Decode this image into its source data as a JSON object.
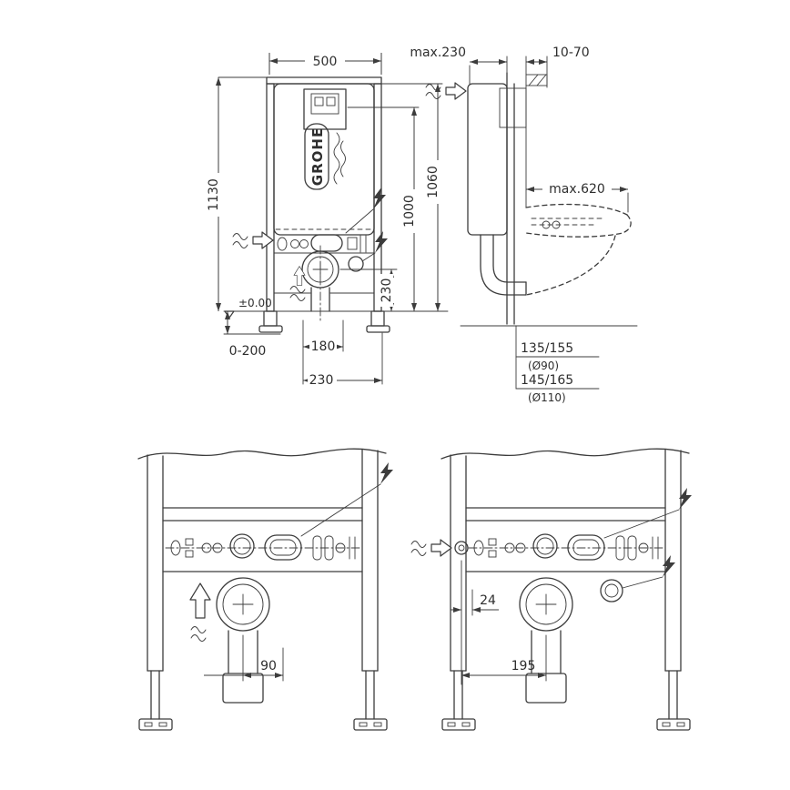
{
  "drawing": {
    "brand": "GROHE",
    "front": {
      "width": "500",
      "height": "1130",
      "flush_height": "1000",
      "top_height": "1060",
      "outlet_height": "230",
      "level": "±0.00",
      "foot_adjust": "0-200",
      "offset_a": "180",
      "offset_b": "230"
    },
    "side": {
      "depth": "max.230",
      "wall_finish": "10-70",
      "bowl_depth": "max.620",
      "outlet_small": "135/155",
      "outlet_small_dia": "(Ø90)",
      "outlet_large": "145/165",
      "outlet_large_dia": "(Ø110)"
    },
    "bottom_left": {
      "drain_offset": "90"
    },
    "bottom_right": {
      "port_offset": "24",
      "drain_offset": "195"
    }
  }
}
